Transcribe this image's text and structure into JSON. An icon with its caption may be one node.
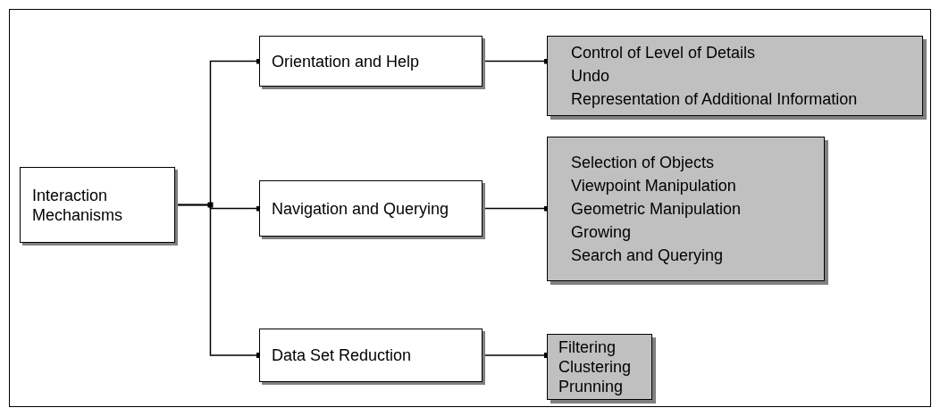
{
  "diagram": {
    "nodes": [
      {
        "text": [
          "Interaction Mechanisms"
        ]
      },
      {
        "text": [
          "Orientation and Help"
        ]
      },
      {
        "text": [
          "Navigation and Querying"
        ]
      },
      {
        "text": [
          "Data Set Reduction"
        ]
      },
      {
        "text": [
          "Control of Level of Details",
          "Undo",
          "Representation of Additional Information"
        ]
      },
      {
        "text": [
          "Selection of Objects",
          "Viewpoint Manipulation",
          "Geometric Manipulation",
          "Growing",
          "Search and Querying"
        ]
      },
      {
        "text": [
          "Filtering",
          "Clustering",
          "Prunning"
        ]
      }
    ],
    "edges": [
      {
        "from": 0,
        "to": 1,
        "arrow": "other"
      },
      {
        "from": 0,
        "to": 2,
        "arrow": "other"
      },
      {
        "from": 0,
        "to": 3,
        "arrow": "other"
      },
      {
        "from": 1,
        "to": 4,
        "arrow": "other"
      },
      {
        "from": 2,
        "to": 5,
        "arrow": "other"
      },
      {
        "from": 3,
        "to": 6,
        "arrow": "other"
      }
    ]
  }
}
